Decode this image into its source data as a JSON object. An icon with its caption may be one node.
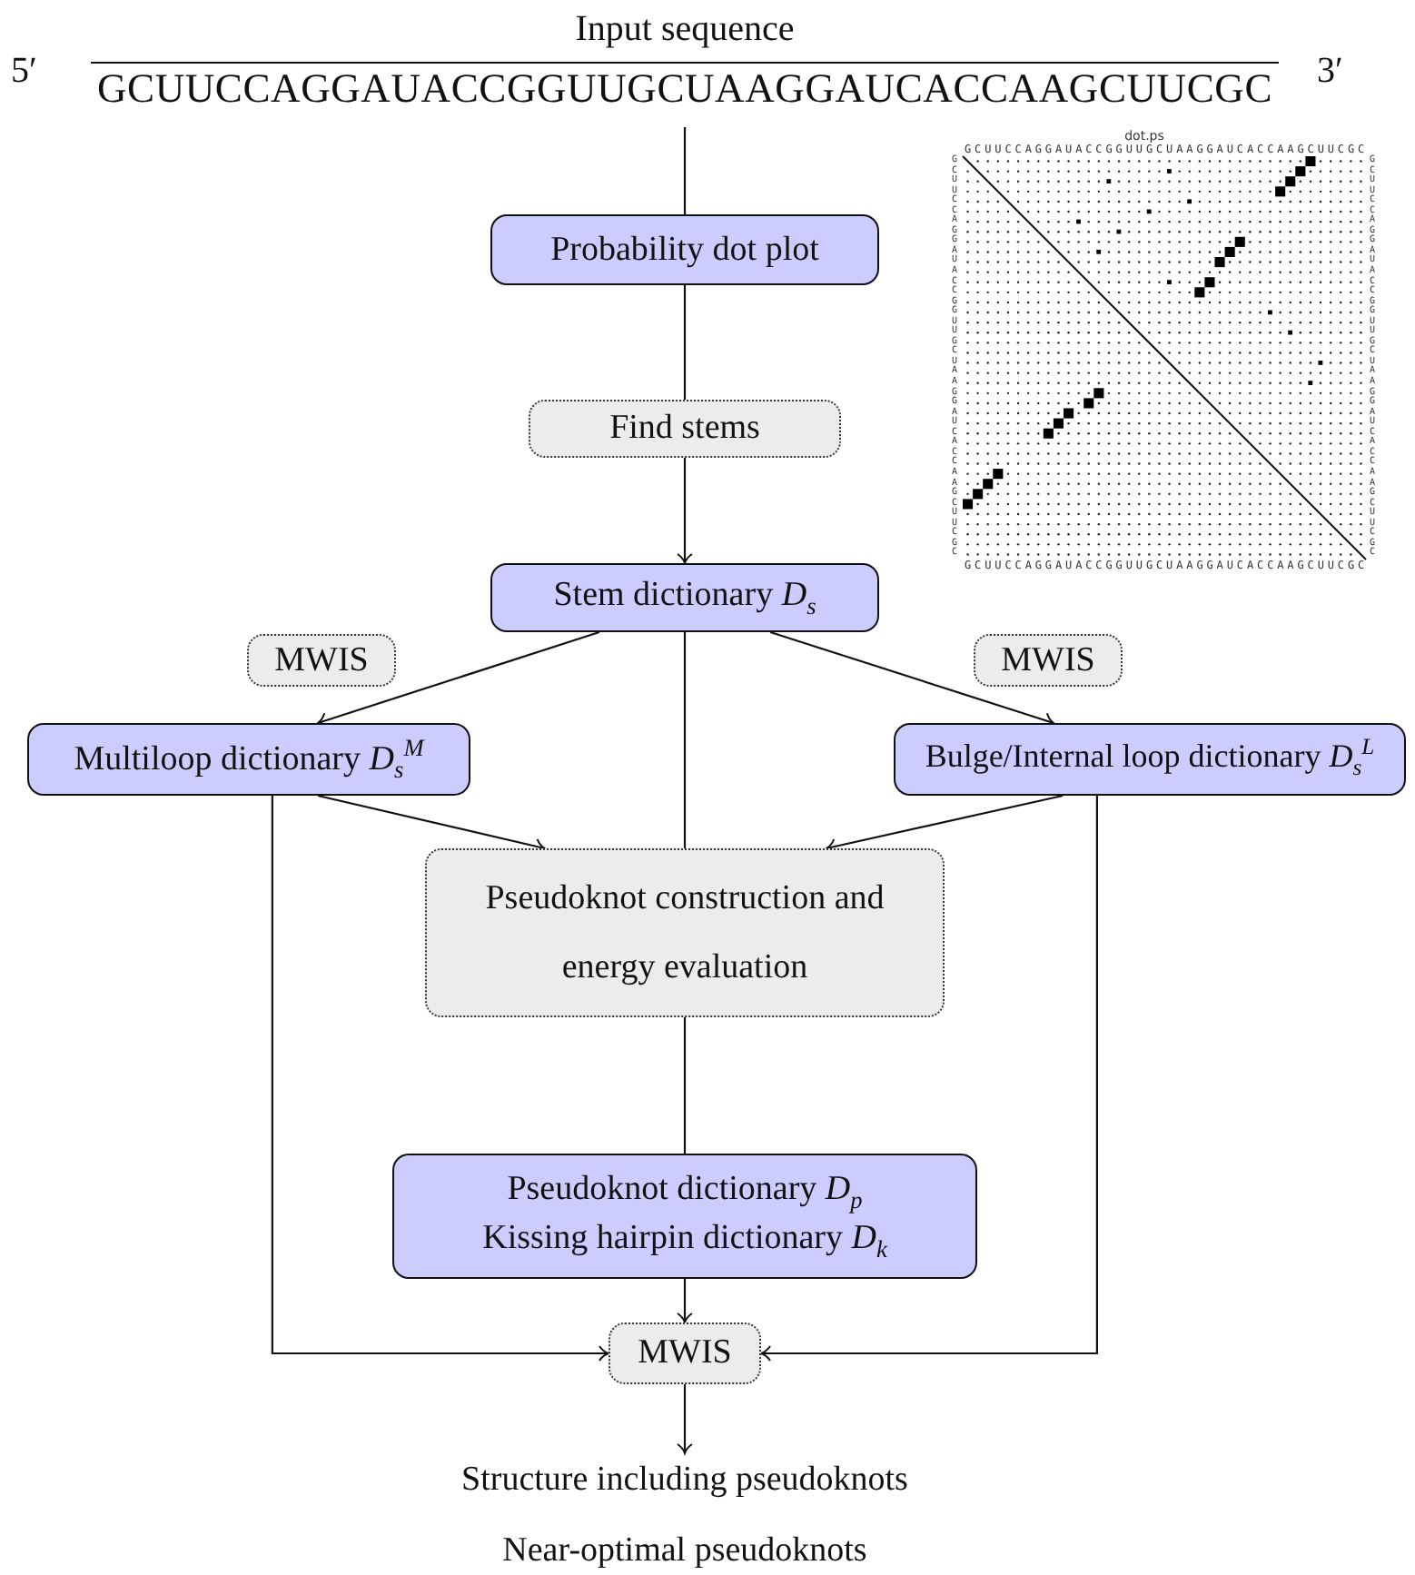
{
  "diagram": {
    "nodes": [
      {
        "text": [
          "Input sequence",
          "GCUUCCAGGAUACCGGUUGCUAAGGAUCACCAAGCUUCGC"
        ],
        "beside": [
          "5′",
          "3′"
        ]
      },
      {
        "text": [
          "Probability dot plot"
        ]
      },
      {
        "text": [
          "Find stems"
        ]
      },
      {
        "text": [
          "Stem dictionary *D*$_{s}$"
        ]
      },
      {
        "text": [
          "MWIS"
        ]
      },
      {
        "text": [
          "MWIS"
        ]
      },
      {
        "text": [
          "Multiloop dictionary *D*$_{s}$$^{M}$"
        ]
      },
      {
        "text": [
          "Bulge/Internal loop dictionary *D*$_{s}$$^{L}$"
        ]
      },
      {
        "text": [
          "Pseudoknot construction and energy evaluation"
        ]
      },
      {
        "text": [
          "Pseudoknot dictionary *D*$_{p}$",
          "Kissing hairpin dictionary *D*$_{k}$"
        ]
      },
      {
        "text": [
          "MWIS"
        ]
      },
      {
        "text": [
          "Structure including pseudoknots",
          "Near-optimal pseudoknots"
        ]
      }
    ],
    "edges": [
      {
        "from": 0,
        "to": 1,
        "arrow": "none"
      },
      {
        "from": 1,
        "to": 2,
        "arrow": "none"
      },
      {
        "from": 2,
        "to": 3,
        "arrow": "to"
      },
      {
        "from": 3,
        "to": 6,
        "arrow": "to"
      },
      {
        "from": 3,
        "to": 7,
        "arrow": "to"
      },
      {
        "from": 3,
        "to": 8,
        "arrow": "none"
      },
      {
        "from": 6,
        "to": 8,
        "arrow": "to"
      },
      {
        "from": 7,
        "to": 8,
        "arrow": "to"
      },
      {
        "from": 8,
        "to": 9,
        "arrow": "none"
      },
      {
        "from": 9,
        "to": 10,
        "arrow": "to"
      },
      {
        "from": 6,
        "to": 10,
        "arrow": "to"
      },
      {
        "from": 7,
        "to": 10,
        "arrow": "to"
      },
      {
        "from": 10,
        "to": 11,
        "arrow": "to"
      }
    ],
    "labels": [
      "dot.ps",
      "GCUUCCAGGAUACCGGUUGCUAAGGAUCACCAAGCUUCGC",
      "GCUUCCAGGAUACCGGUUGCUAAGGAUCACCAAGCUUCGC",
      "GCUUCCAGGAUACCGGUUGCUAAGGAUCACCAAGCUUCGC",
      "GCUUCCAGGAUACCGGUUGCUAAGGAUCACCAAGCUUCGC"
    ]
  }
}
